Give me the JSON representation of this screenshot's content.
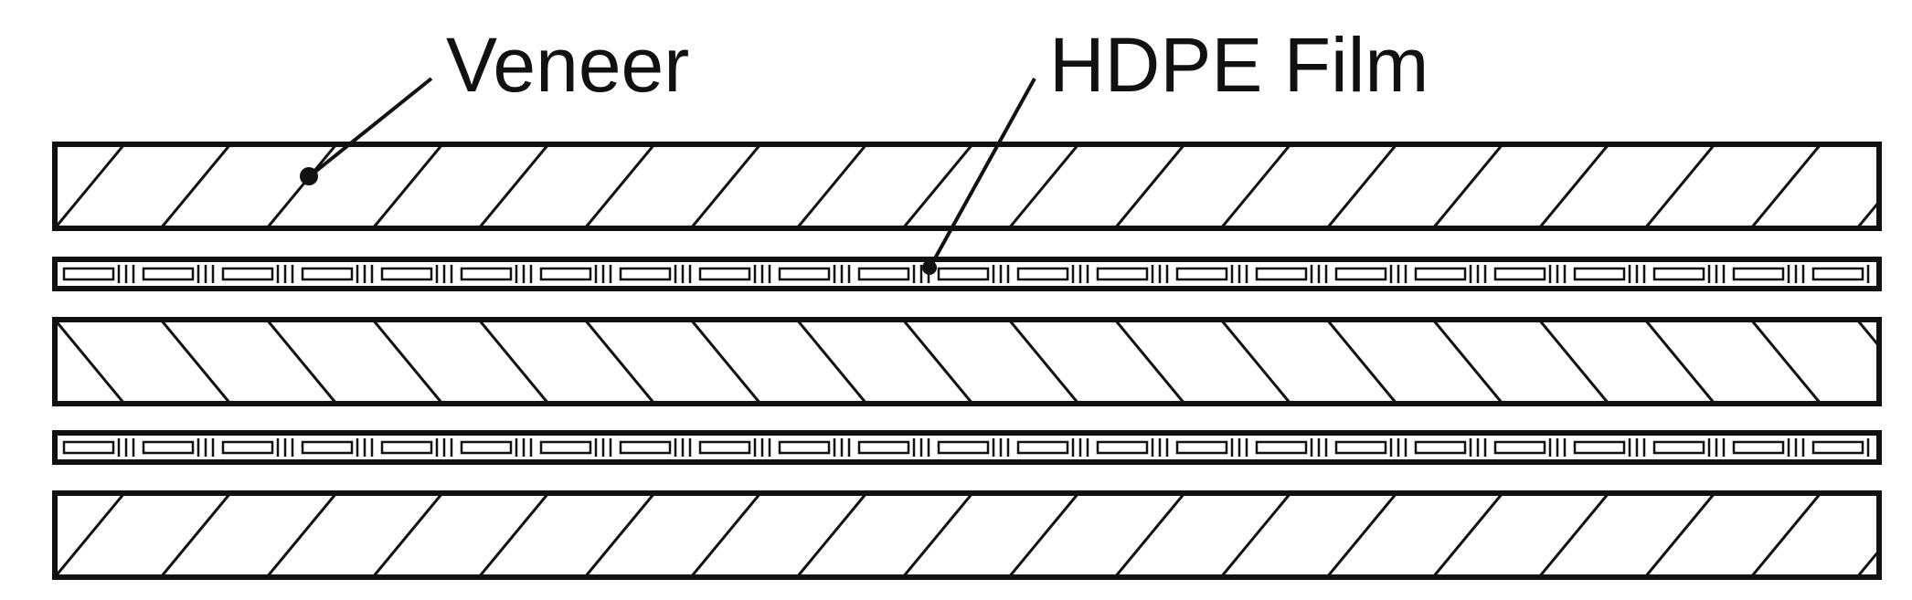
{
  "labels": {
    "veneer": "Veneer",
    "hdpe_film": "HDPE Film"
  },
  "layers": [
    {
      "material": "veneer",
      "hatch": "forward"
    },
    {
      "material": "hdpe_film"
    },
    {
      "material": "veneer",
      "hatch": "backward"
    },
    {
      "material": "hdpe_film"
    },
    {
      "material": "veneer",
      "hatch": "forward"
    }
  ],
  "colors": {
    "line": "#111111",
    "background": "#ffffff"
  }
}
